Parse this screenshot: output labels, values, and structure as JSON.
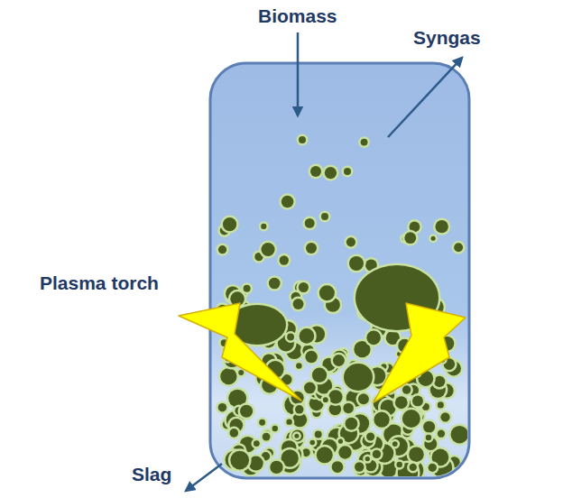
{
  "diagram": {
    "labels": [
      "Biomass",
      "Syngas",
      "Plasma torch",
      "Slag"
    ]
  }
}
